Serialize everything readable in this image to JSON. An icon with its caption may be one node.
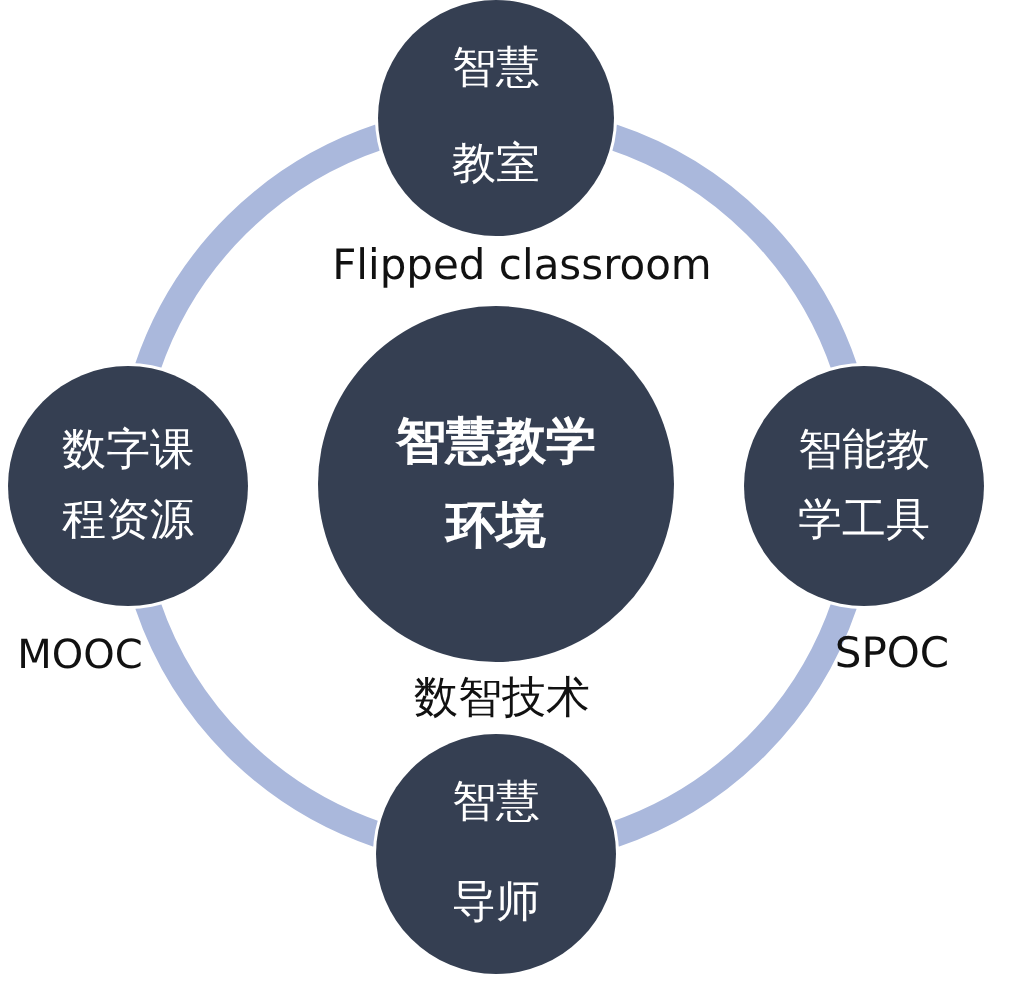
{
  "diagram": {
    "nodes": [
      {
        "text": [
          "智慧教室"
        ],
        "beside": [
          "Flipped classroom"
        ]
      },
      {
        "text": [
          "数字课程资源"
        ],
        "beside": [
          "MOOC"
        ]
      },
      {
        "text": [
          "智慧教学环境"
        ],
        "beside": [
          "数智技术"
        ]
      },
      {
        "text": [
          "智能教学工具"
        ],
        "beside": [
          "SPOC"
        ]
      },
      {
        "text": [
          "智慧导师"
        ]
      }
    ],
    "edges": [
      {
        "from": 0,
        "to": 3,
        "arrow": "none"
      },
      {
        "from": 3,
        "to": 4,
        "arrow": "none"
      },
      {
        "from": 4,
        "to": 1,
        "arrow": "none"
      },
      {
        "from": 1,
        "to": 0,
        "arrow": "none"
      }
    ]
  }
}
